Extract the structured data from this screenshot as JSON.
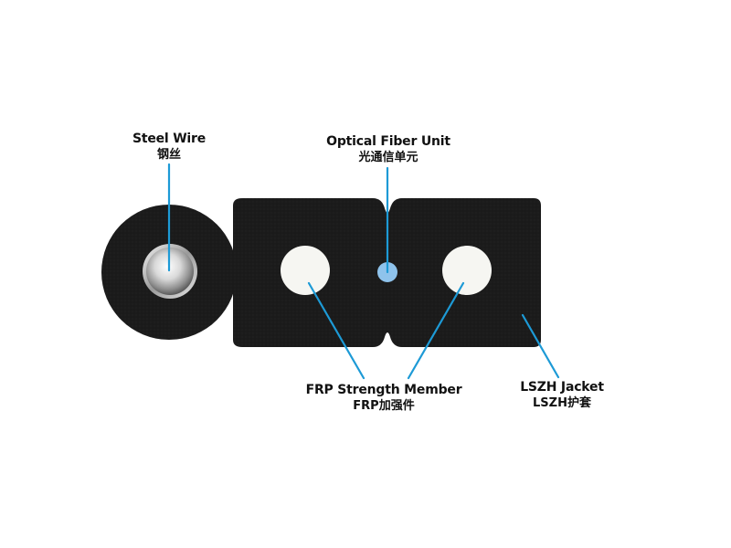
{
  "labels": {
    "steel_wire": {
      "en": "Steel Wire",
      "zh": "钢丝"
    },
    "optical_fiber_unit": {
      "en": "Optical Fiber Unit",
      "zh": "光通信单元"
    },
    "frp_strength_member": {
      "en": "FRP Strength Member",
      "zh": "FRP加强件"
    },
    "lszh_jacket": {
      "en": "LSZH Jacket",
      "zh": "LSZH护套"
    }
  },
  "colors": {
    "jacket": "#1b1b1b",
    "fiber": "#8fc3ec",
    "frp": "#f6f6f2",
    "leader_line": "#1d9ad6",
    "steel": "#c8c8c8"
  }
}
